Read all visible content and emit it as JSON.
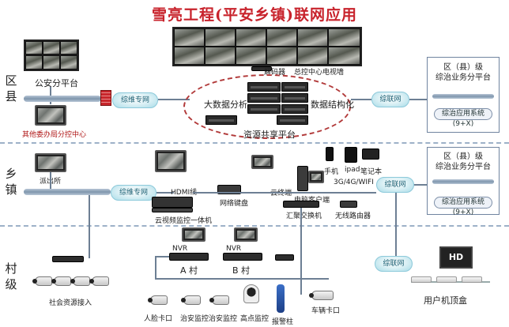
{
  "title": "雪亮工程(平安乡镇)联网应用",
  "tiers": {
    "county": "区\n县",
    "town": "乡\n镇",
    "village": "村\n级"
  },
  "county": {
    "police_platform": "公安分平台",
    "other_centers": "其他委办局分控中心",
    "decoder": "解码器",
    "command_wall": "总控中心电视墙",
    "big_data": "大数据分析",
    "structuring": "数据结构化",
    "sharing_platform": "资源共享平台",
    "link_left": "综维专网",
    "link_right": "综联网"
  },
  "right_box_county": {
    "heading_1": "区（县）级",
    "heading_2": "综治业务分平台",
    "system": "综治应用系统(9+X)"
  },
  "town": {
    "station": "派出所",
    "hdmi": "HDMI线",
    "keyboard": "网络键盘",
    "cloud_all_in_one": "云视频监控一体机",
    "cloud": "云终端",
    "client": "电脑客户端",
    "phone": "手机",
    "ipad": "ipad",
    "laptop": "笔记本",
    "wireless": "3G/4G/WIFI",
    "switch": "汇聚交换机",
    "router": "无线路由器",
    "link_left": "综维专网",
    "link_right": "综联网"
  },
  "right_box_town": {
    "heading_1": "区（县）级",
    "heading_2": "综治业务分平台",
    "system": "综治应用系统(9+X)"
  },
  "village": {
    "social_access": "社会资源接入",
    "nvr_a": "NVR",
    "nvr_b": "NVR",
    "village_a": "A 村",
    "village_b": "B 村",
    "face_gate": "人脸卡口",
    "security_cam_1": "治安监控",
    "security_cam_2": "治安监控",
    "high_point": "高点监控",
    "alarm_post": "报警柱",
    "vehicle_gate": "车辆卡口",
    "link_right": "综联网",
    "stb_label": "用户机顶盒",
    "hd_badge": "HD"
  }
}
